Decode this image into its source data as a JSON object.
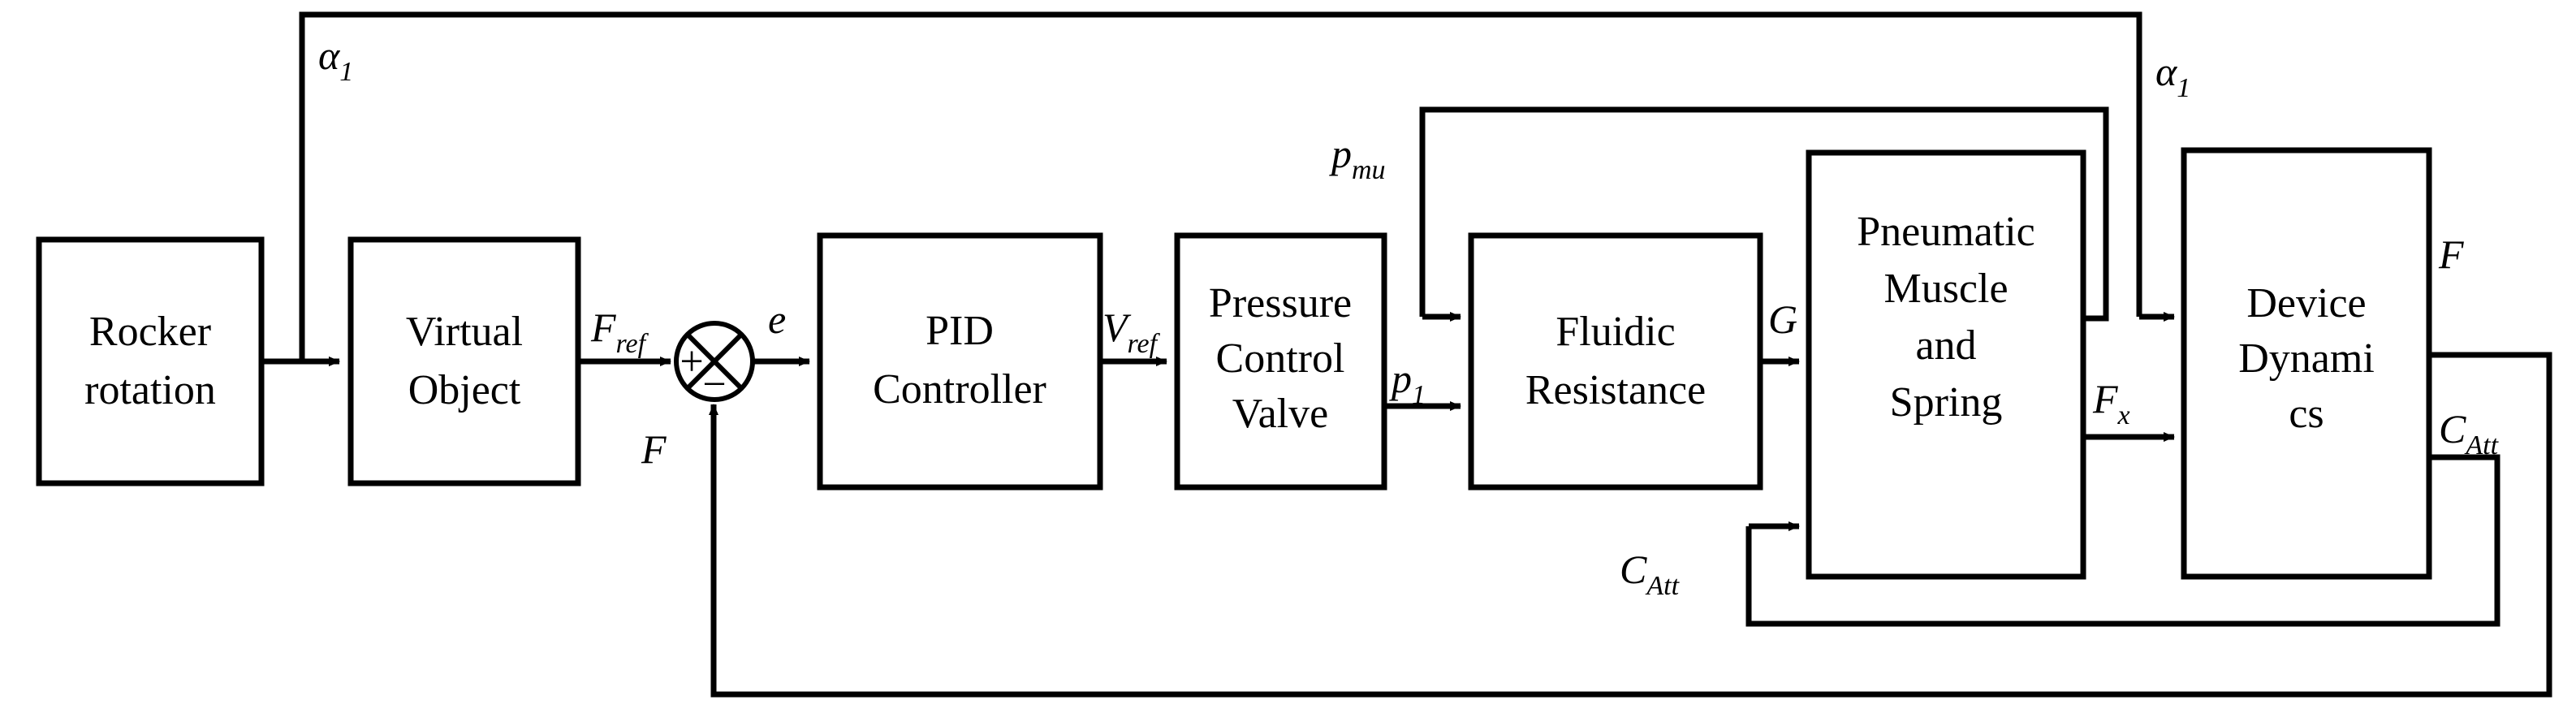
{
  "diagram": {
    "title": "Pneumatic muscle force control block diagram",
    "stroke_color": "#000000",
    "background_color": "#ffffff",
    "blocks": [
      {
        "id": "rocker",
        "lines": [
          "Rocker",
          "rotation"
        ]
      },
      {
        "id": "virtual",
        "lines": [
          "Virtual",
          "Object"
        ]
      },
      {
        "id": "pid",
        "lines": [
          "PID",
          "Controller"
        ]
      },
      {
        "id": "valve",
        "lines": [
          "Pressure",
          "Control",
          "Valve"
        ]
      },
      {
        "id": "fluidic",
        "lines": [
          "Fluidic",
          "Resistance"
        ]
      },
      {
        "id": "muscle",
        "lines": [
          "Pneumatic",
          "Muscle",
          "and",
          "Spring"
        ]
      },
      {
        "id": "device",
        "lines": [
          "Device",
          "Dynami",
          "cs"
        ]
      }
    ],
    "summing_junction": {
      "plus_sign": "+",
      "minus_sign": "−"
    },
    "signals": {
      "alpha1_left": {
        "base": "α",
        "sub": "1"
      },
      "alpha1_right": {
        "base": "α",
        "sub": "1"
      },
      "f_ref": {
        "base": "F",
        "sub": "ref"
      },
      "error": {
        "base": "e",
        "sub": ""
      },
      "f_feedback": {
        "base": "F",
        "sub": ""
      },
      "v_ref": {
        "base": "V",
        "sub": "ref"
      },
      "p1": {
        "base": "p",
        "sub": "1"
      },
      "p_mu": {
        "base": "p",
        "sub": "mu"
      },
      "g": {
        "base": "G",
        "sub": ""
      },
      "fx": {
        "base": "F",
        "sub": "x"
      },
      "c_att_left": {
        "base": "C",
        "sub": "Att"
      },
      "f_out": {
        "base": "F",
        "sub": ""
      },
      "c_att_right": {
        "base": "C",
        "sub": "Att"
      }
    }
  }
}
